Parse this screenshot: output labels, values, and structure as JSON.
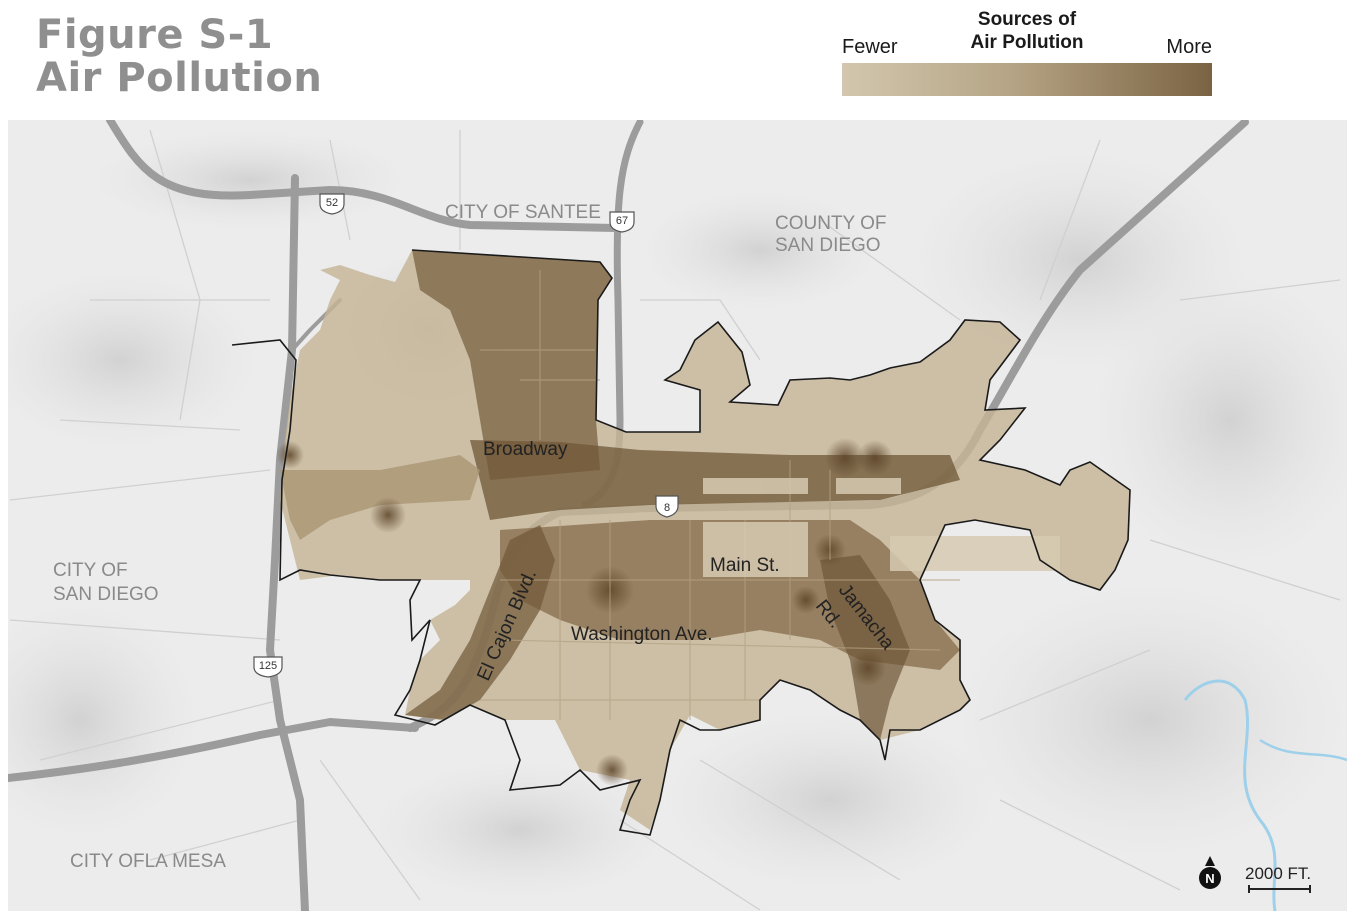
{
  "figure": {
    "title_line1": "Figure S-1",
    "title_line2": "Air Pollution"
  },
  "legend": {
    "title_line1": "Sources of",
    "title_line2": "Air Pollution",
    "low_label": "Fewer",
    "high_label": "More",
    "gradient_colors": [
      "#d2c7ae",
      "#b6a586",
      "#7a6342"
    ]
  },
  "map": {
    "jurisdictions": {
      "santee": "CITY OF SANTEE",
      "county_line1": "COUNTY OF",
      "county_line2": "SAN DIEGO",
      "sd_line1": "CITY OF",
      "sd_line2": "SAN DIEGO",
      "la_mesa": "CITY OFLA MESA"
    },
    "streets": {
      "broadway": "Broadway",
      "main": "Main St.",
      "washington": "Washington Ave.",
      "el_cajon_blvd": "El Cajon Blvd.",
      "jamacha": "Jamacha",
      "rd": "Rd."
    },
    "route_shields": {
      "r52": "52",
      "r67": "67",
      "i8": "8",
      "r125": "125"
    },
    "north_arrow": "N",
    "scale_label": "2000 FT.",
    "colors": {
      "terrain": "#ececec",
      "freeway": "#9c9c9c",
      "river": "#9fd0ea",
      "boundary": "#1a1a1a",
      "pollution_low": "#c9b99a",
      "pollution_high": "#6a5234"
    }
  }
}
